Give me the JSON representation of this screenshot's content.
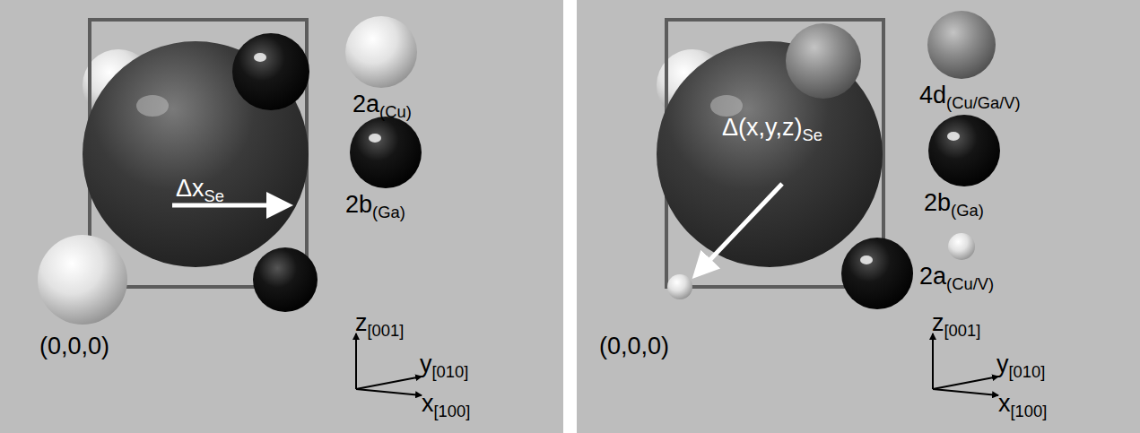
{
  "diagram": {
    "labels": [
      "ΔxSe",
      "(0,0,0)",
      "z[001]",
      "y[010]",
      "x[100]",
      "Δ(x,y,z)Se",
      "(0,0,0)",
      "z[001]",
      "y[010]",
      "x[100]"
    ],
    "legend": [
      {
        "text": "2a(Cu)"
      },
      {
        "text": "2b(Ga)"
      },
      {
        "text": "4d(Cu/Ga/V)"
      },
      {
        "text": "2b(Ga)"
      },
      {
        "text": "2a(Cu/V)"
      }
    ]
  }
}
